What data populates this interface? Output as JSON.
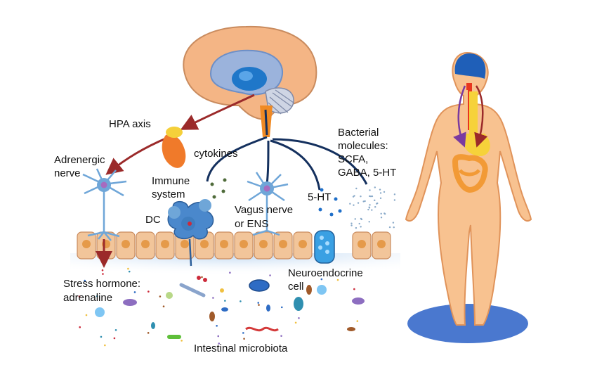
{
  "labels": {
    "hpa_axis": "HPA axis",
    "cytokines": "cytokines",
    "adrenergic_nerve_1": "Adrenergic",
    "adrenergic_nerve_2": "nerve",
    "immune_system_1": "Immune",
    "immune_system_2": "system",
    "dc": "DC",
    "vagus_nerve_1": "Vagus nerve",
    "vagus_nerve_2": "or ENS",
    "five_ht": "5-HT",
    "bacterial_1": "Bacterial",
    "bacterial_2": "molecules:",
    "bacterial_3": "SCFA,",
    "bacterial_4": "GABA, 5-HT",
    "stress_1": "Stress hormone:",
    "stress_2": "adrenaline",
    "neuroendocrine_1": "Neuroendocrine",
    "neuroendocrine_2": "cell",
    "microbiota": "Intestinal microbiota"
  },
  "colors": {
    "brain_outer": "#f4b585",
    "brain_inner": "#9bb3dc",
    "brain_core": "#1f77c9",
    "nerve": "#14305e",
    "neuron": "#6fa6d8",
    "adrenal": "#f07a2a",
    "adrenal_cap": "#f5d03a",
    "hpa_arrow": "#9b2a2a",
    "epithelium": "#f2c59a",
    "epithelium_nucleus": "#e59a4a",
    "lumen": "#aecdee",
    "body": "#f8c290",
    "body_outline": "#e0935a",
    "shadow": "#4a78cf",
    "organ_red": "#e8361f",
    "organ_yellow": "#f6d23a",
    "organ_orange": "#f29a36"
  },
  "icons": [
    "brain-icon",
    "adrenal-gland-icon",
    "neuron-icon",
    "dendritic-cell-icon",
    "neuroendocrine-cell-icon",
    "bacteria-icon",
    "human-body-icon"
  ]
}
